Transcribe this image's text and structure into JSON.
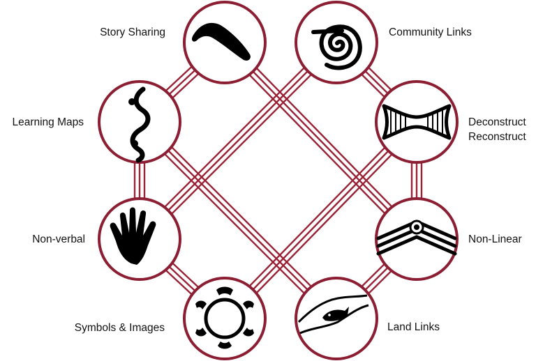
{
  "colors": {
    "ring": "#8b1e32",
    "line": "#9a2236",
    "icon": "#000000",
    "text": "#111111",
    "background": "#ffffff"
  },
  "nodes": [
    {
      "id": "story-sharing",
      "label": "Story Sharing",
      "icon": "boomerang-icon"
    },
    {
      "id": "community-links",
      "label": "Community Links",
      "icon": "spiral-icon"
    },
    {
      "id": "learning-maps",
      "label": "Learning Maps",
      "icon": "wavy-path-icon"
    },
    {
      "id": "deconstruct-reconstruct",
      "label_line1": "Deconstruct",
      "label_line2": "Reconstruct",
      "icon": "bowtie-icon"
    },
    {
      "id": "non-verbal",
      "label": "Non-verbal",
      "icon": "hand-icon"
    },
    {
      "id": "non-linear",
      "label": "Non-Linear",
      "icon": "bent-lines-icon"
    },
    {
      "id": "symbols-images",
      "label": "Symbols & Images",
      "icon": "turtle-circle-icon"
    },
    {
      "id": "land-links",
      "label": "Land Links",
      "icon": "river-fish-icon"
    }
  ]
}
